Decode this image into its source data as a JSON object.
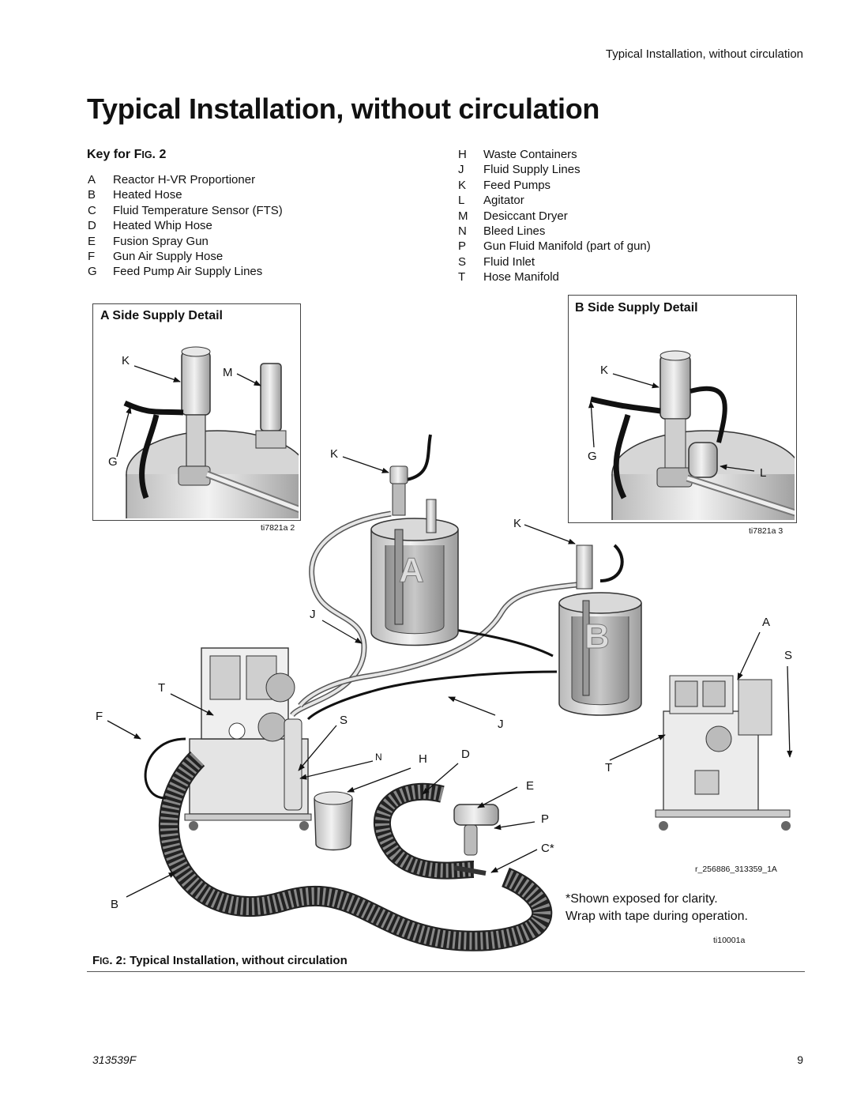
{
  "header": {
    "running_title": "Typical Installation, without circulation"
  },
  "page_title": "Typical Installation, without circulation",
  "key": {
    "heading_prefix": "Key for F",
    "heading_fig": "IG",
    "heading_suffix": ". 2",
    "left_items": [
      {
        "letter": "A",
        "text": "Reactor H-VR Proportioner"
      },
      {
        "letter": "B",
        "text": "Heated Hose"
      },
      {
        "letter": "C",
        "text": "Fluid Temperature Sensor (FTS)"
      },
      {
        "letter": "D",
        "text": "Heated Whip Hose"
      },
      {
        "letter": "E",
        "text": "Fusion Spray Gun"
      },
      {
        "letter": "F",
        "text": "Gun Air Supply Hose"
      },
      {
        "letter": "G",
        "text": "Feed Pump Air Supply Lines"
      }
    ],
    "right_items": [
      {
        "letter": "H",
        "text": "Waste Containers"
      },
      {
        "letter": "J",
        "text": "Fluid Supply Lines"
      },
      {
        "letter": "K",
        "text": "Feed Pumps"
      },
      {
        "letter": "L",
        "text": "Agitator"
      },
      {
        "letter": "M",
        "text": "Desiccant Dryer"
      },
      {
        "letter": "N",
        "text": "Bleed Lines"
      },
      {
        "letter": "P",
        "text": "Gun Fluid Manifold (part of gun)"
      },
      {
        "letter": "S",
        "text": "Fluid Inlet"
      },
      {
        "letter": "T",
        "text": "Hose Manifold"
      }
    ]
  },
  "detail_a": {
    "title": "A Side Supply Detail",
    "ref": "ti7821a 2",
    "labels": {
      "k": "K",
      "m": "M",
      "g": "G"
    }
  },
  "detail_b": {
    "title": "B Side Supply Detail",
    "ref": "ti7821a 3",
    "labels": {
      "k": "K",
      "g": "G",
      "l": "L"
    }
  },
  "main_labels": {
    "k1": "K",
    "k2": "K",
    "j1": "J",
    "j2": "J",
    "t1": "T",
    "t2": "T",
    "f": "F",
    "s1": "S",
    "s2": "S",
    "n": "N",
    "h": "H",
    "d": "D",
    "e": "E",
    "p": "P",
    "c": "C*",
    "a": "A",
    "b": "B",
    "drum_a": "A",
    "drum_b": "B"
  },
  "refs": {
    "inset": "r_256886_313359_1A",
    "main": "ti10001a"
  },
  "note": {
    "line1": "*Shown exposed for clarity.",
    "line2": "Wrap with tape during operation."
  },
  "caption": {
    "prefix": "F",
    "fig": "IG",
    "text": ". 2: Typical Installation, without circulation"
  },
  "footer": {
    "doc_number": "313539F",
    "page_number": "9"
  }
}
